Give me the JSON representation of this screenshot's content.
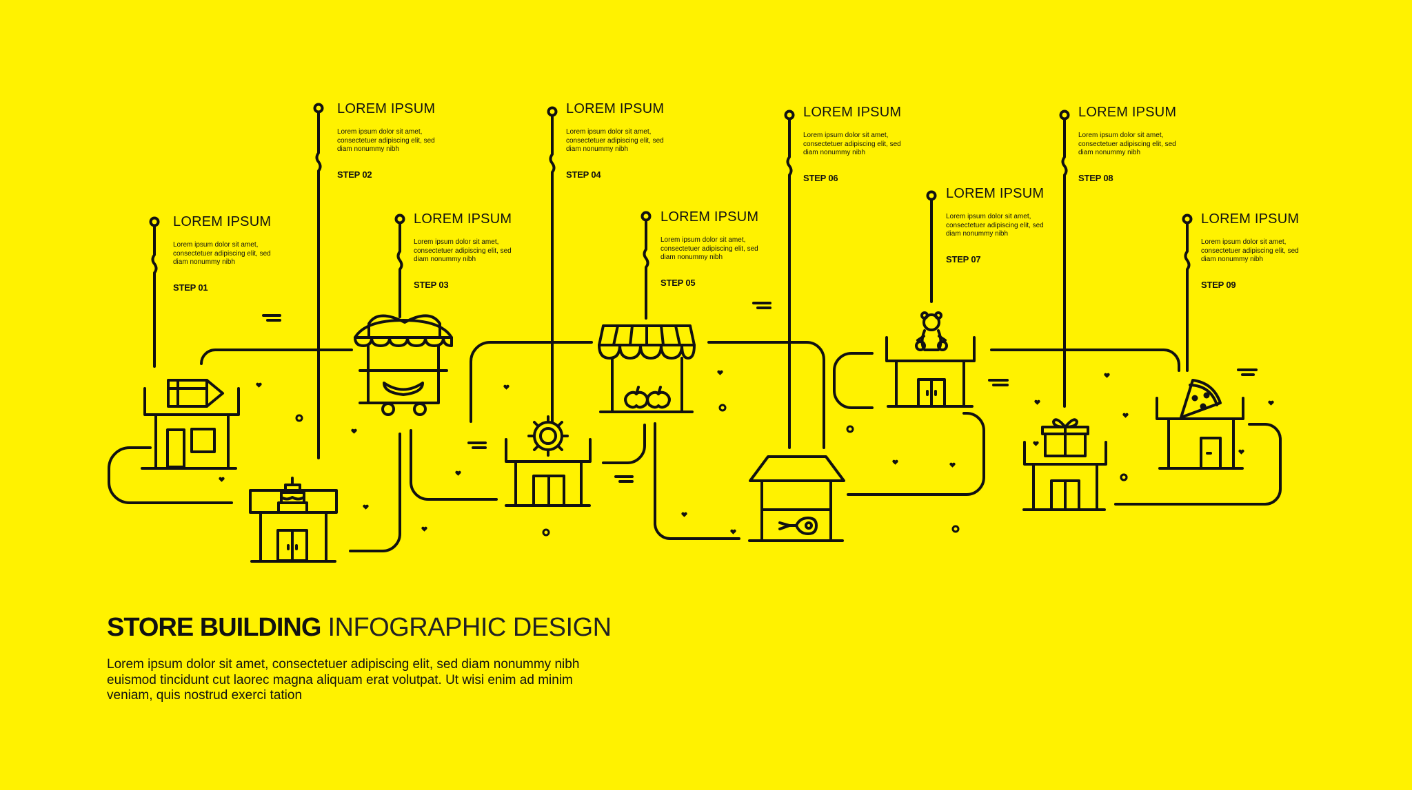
{
  "palette": {
    "background": "#FFF200",
    "ink": "#111111"
  },
  "title": {
    "bold": "STORE BUILDING",
    "light": "INFOGRAPHIC DESIGN"
  },
  "description": "Lorem ipsum dolor sit amet, consectetuer adipiscing elit, sed diam nonummy nibh euismod tincidunt cut laorec  magna aliquam erat volutpat. Ut wisi enim ad minim veniam, quis nostrud exerci tation",
  "steps": [
    {
      "title": "LOREM IPSUM",
      "text": "Lorem ipsum dolor sit amet, consectetuer adipiscing elit, sed diam nonummy nibh",
      "label": "STEP 01",
      "icon": "stationery-store-icon"
    },
    {
      "title": "LOREM IPSUM",
      "text": "Lorem ipsum dolor sit amet, consectetuer adipiscing elit, sed diam nonummy nibh",
      "label": "STEP 02",
      "icon": "cake-shop-icon"
    },
    {
      "title": "LOREM IPSUM",
      "text": "Lorem ipsum dolor sit amet, consectetuer adipiscing elit, sed diam nonummy nibh",
      "label": "STEP 03",
      "icon": "hotdog-cart-icon"
    },
    {
      "title": "LOREM IPSUM",
      "text": "Lorem ipsum dolor sit amet, consectetuer adipiscing elit, sed diam nonummy nibh",
      "label": "STEP 04",
      "icon": "hardware-store-icon"
    },
    {
      "title": "LOREM IPSUM",
      "text": "Lorem ipsum dolor sit amet, consectetuer adipiscing elit, sed diam nonummy nibh",
      "label": "STEP 05",
      "icon": "fruit-market-icon"
    },
    {
      "title": "LOREM IPSUM",
      "text": "Lorem ipsum dolor sit amet, consectetuer adipiscing elit, sed diam nonummy nibh",
      "label": "STEP 06",
      "icon": "butcher-shop-icon"
    },
    {
      "title": "LOREM IPSUM",
      "text": "Lorem ipsum dolor sit amet, consectetuer adipiscing elit, sed diam nonummy nibh",
      "label": "STEP 07",
      "icon": "toy-store-icon"
    },
    {
      "title": "LOREM IPSUM",
      "text": "Lorem ipsum dolor sit amet, consectetuer adipiscing elit, sed diam nonummy nibh",
      "label": "STEP 08",
      "icon": "gift-shop-icon"
    },
    {
      "title": "LOREM IPSUM",
      "text": "Lorem ipsum dolor sit amet, consectetuer adipiscing elit, sed diam nonummy nibh",
      "label": "STEP 09",
      "icon": "pizza-shop-icon"
    }
  ]
}
